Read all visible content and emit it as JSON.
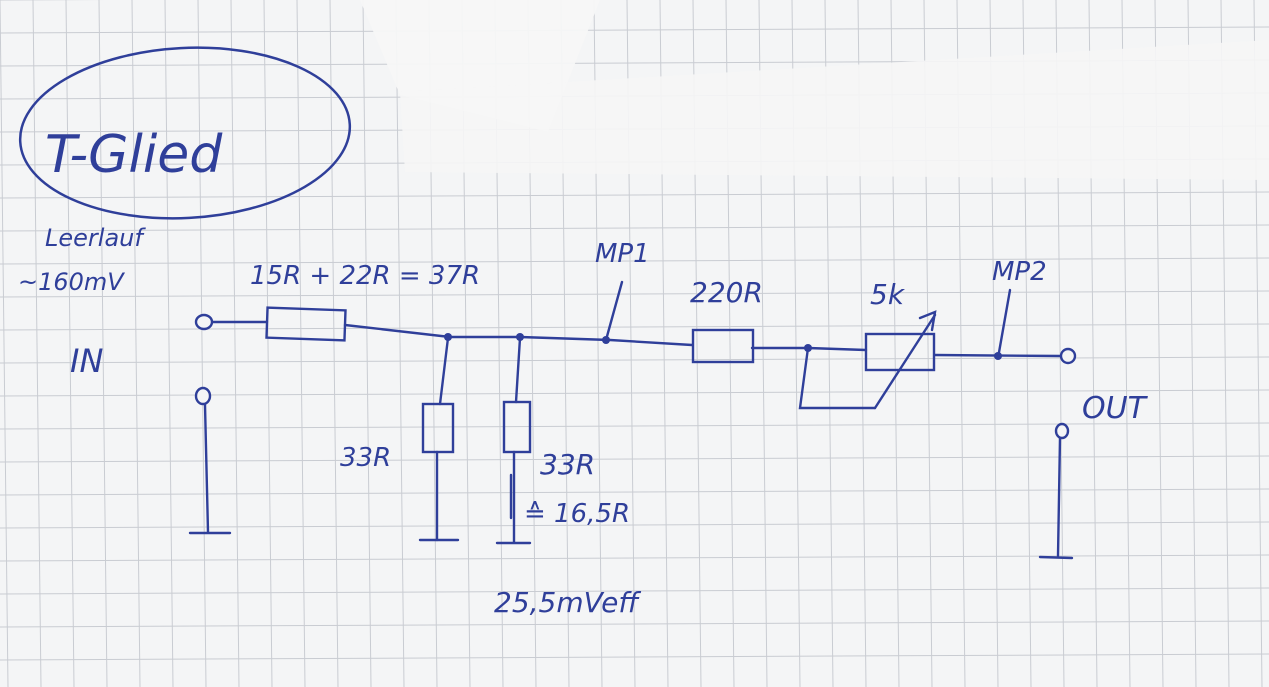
{
  "ink_color": "#2f3f9a",
  "paper_color": "#f4f5f6",
  "grid_color": "#c9ccd2",
  "title": "T-Glied",
  "input": {
    "condition_label": "Leerlauf",
    "voltage": "~160mV",
    "label": "IN"
  },
  "series_resistor": {
    "label": "15R + 22R = 37R"
  },
  "shunt_1": {
    "label": "33R"
  },
  "shunt_2": {
    "label": "33R",
    "equivalent": "≙ 16,5R"
  },
  "shunt_voltage": "25,5mVeff",
  "mp1": {
    "label": "MP1"
  },
  "resistor_220": {
    "label": "220R"
  },
  "pot": {
    "label": "5k"
  },
  "mp2": {
    "label": "MP2"
  },
  "output": {
    "label": "OUT"
  }
}
